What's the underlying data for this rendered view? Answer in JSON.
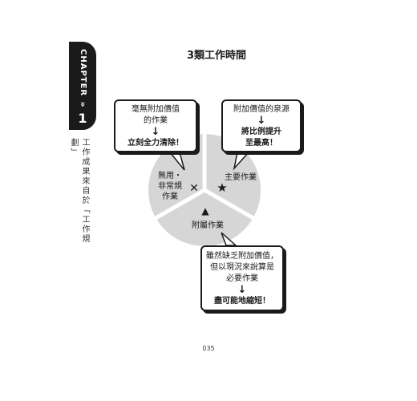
{
  "chapter": {
    "word": "CHAPTER",
    "chevron": "»",
    "number": "1"
  },
  "side_caption": "工作成果來自於「工作規劃」",
  "title": "3類工作時間",
  "segments": {
    "main": {
      "label": "主要作業",
      "symbol": "★"
    },
    "useless": {
      "label_line1": "無用・",
      "label_line2": "非常規",
      "label_line3": "作業",
      "symbol": "✕"
    },
    "auxiliary": {
      "label": "附屬作業",
      "symbol": "▲"
    }
  },
  "callouts": {
    "useless": {
      "line1": "毫無附加價值",
      "line2": "的作業",
      "arrow": "↓",
      "action": "立刻全力清除！"
    },
    "main": {
      "line1": "附加價值的泉源",
      "arrow": "↓",
      "action_line1": "將比例提升",
      "action_line2": "至最高！"
    },
    "auxiliary": {
      "line1": "雖然缺乏附加價值，",
      "line2": "但以現況來說算是",
      "line3": "必要作業",
      "arrow": "↓",
      "action": "盡可能地縮短！"
    }
  },
  "colors": {
    "pie_fill": "#d6d6d6",
    "divider": "#ffffff",
    "ink": "#1a1a1a"
  },
  "page_number": "035"
}
